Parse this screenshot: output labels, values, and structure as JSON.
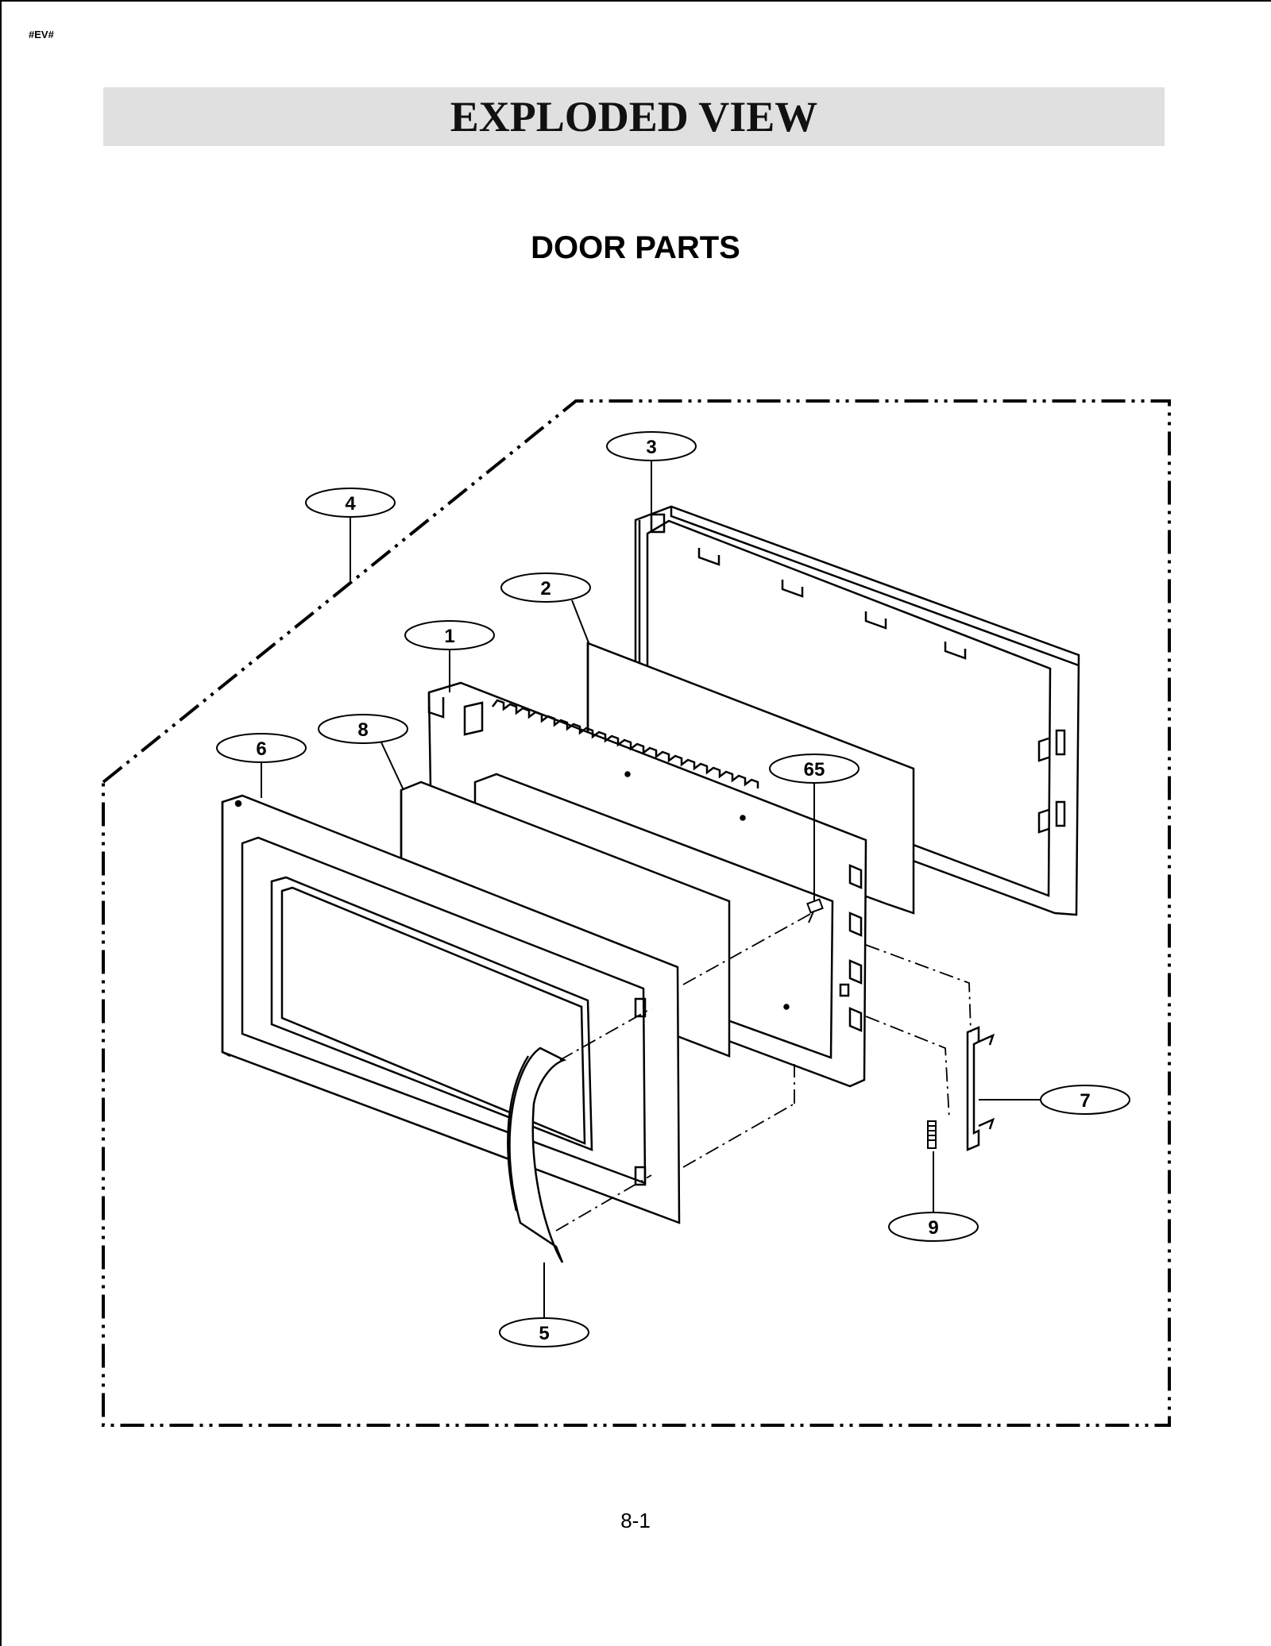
{
  "header": {
    "tag": "#EV#",
    "title": "EXPLODED VIEW",
    "subtitle": "DOOR PARTS"
  },
  "diagram": {
    "callouts": [
      {
        "id": "c4",
        "label": "4"
      },
      {
        "id": "c3",
        "label": "3"
      },
      {
        "id": "c2",
        "label": "2"
      },
      {
        "id": "c1",
        "label": "1"
      },
      {
        "id": "c8",
        "label": "8"
      },
      {
        "id": "c6",
        "label": "6"
      },
      {
        "id": "c65",
        "label": "65"
      },
      {
        "id": "c7",
        "label": "7"
      },
      {
        "id": "c9",
        "label": "9"
      },
      {
        "id": "c5",
        "label": "5"
      }
    ]
  },
  "footer": {
    "page_number": "8-1"
  }
}
